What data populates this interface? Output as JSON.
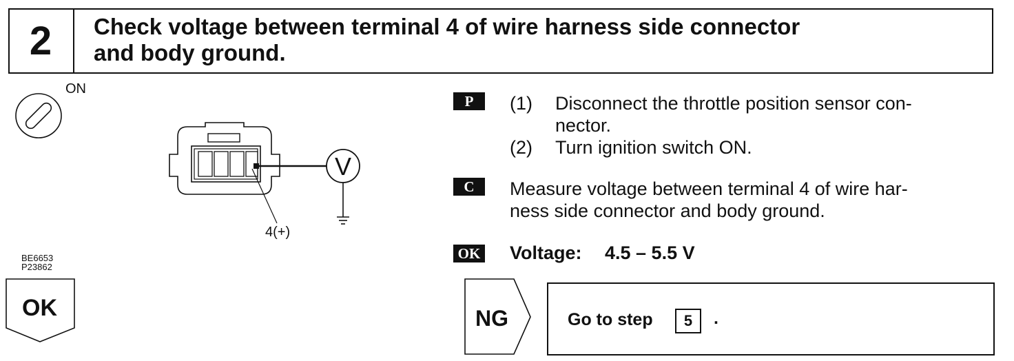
{
  "header": {
    "step_number": "2",
    "title_line1": "Check voltage between terminal 4 of wire harness side connector",
    "title_line2": "and body ground."
  },
  "figure": {
    "ignition_label": "ON",
    "terminal_label": "4(+)",
    "meter_symbol": "V",
    "figure_codes": [
      "BE6653",
      "P23862"
    ]
  },
  "procedure": {
    "badge": "P",
    "steps": [
      {
        "num": "(1)",
        "line1": "Disconnect the throttle position sensor con-",
        "line2": "nector."
      },
      {
        "num": "(2)",
        "line1": "Turn ignition switch ON."
      }
    ]
  },
  "check": {
    "badge": "C",
    "line1": "Measure voltage between terminal 4 of wire har-",
    "line2": "ness side connector and body ground."
  },
  "specification": {
    "badge": "OK",
    "label": "Voltage:",
    "value": "4.5 – 5.5 V"
  },
  "results": {
    "ok_label": "OK",
    "ng_label": "NG",
    "ng_action_prefix": "Go to step",
    "ng_step_ref": "5",
    "ng_action_suffix": "."
  }
}
